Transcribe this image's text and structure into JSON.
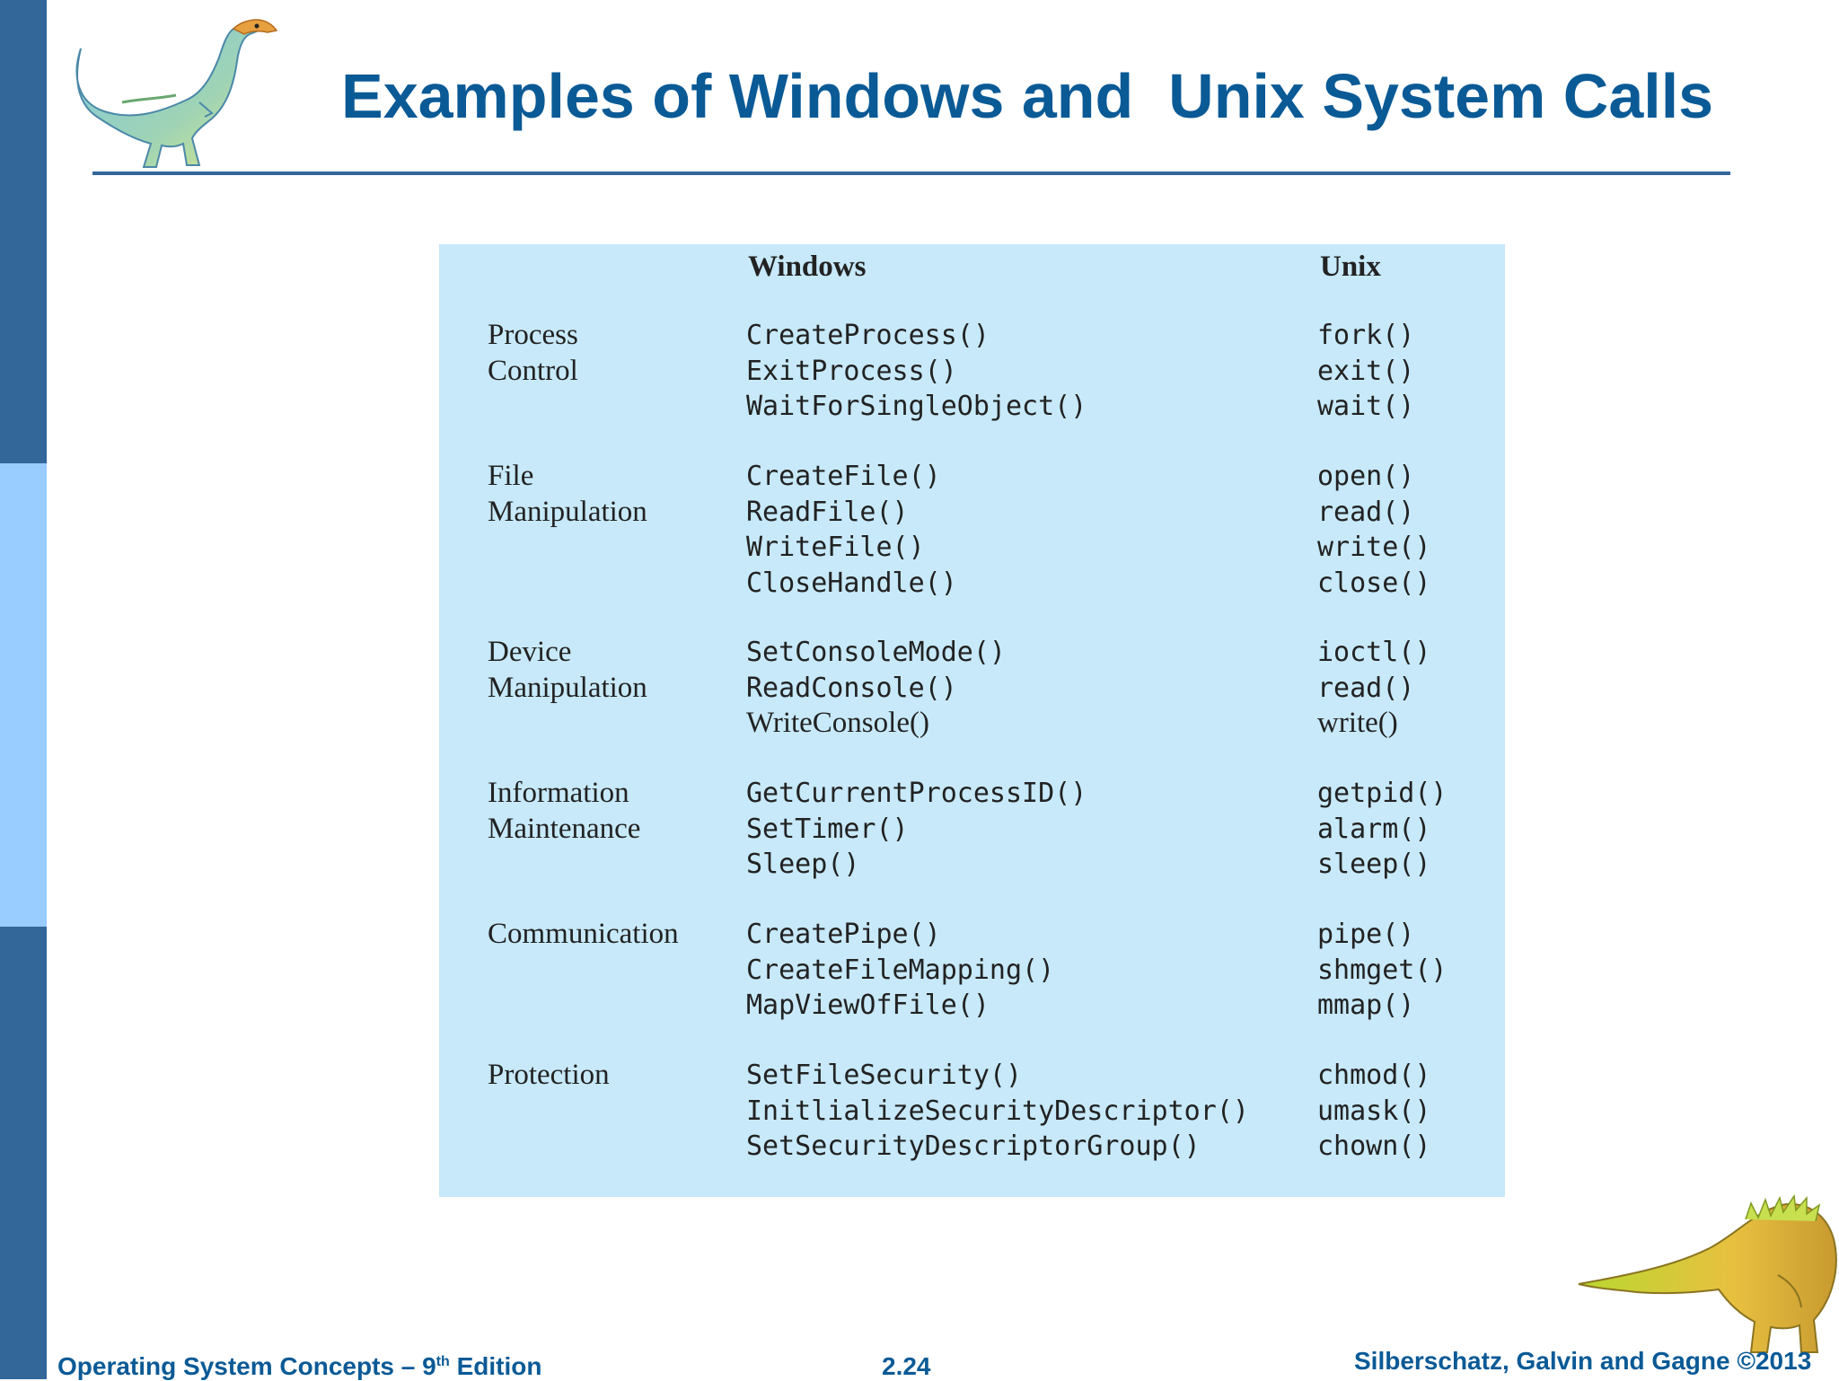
{
  "slide": {
    "title": "Examples of Windows and  Unix System Calls"
  },
  "table": {
    "headers": {
      "windows": "Windows",
      "unix": "Unix"
    },
    "groups": [
      {
        "category": [
          "Process",
          "Control"
        ],
        "windows": [
          "CreateProcess()",
          "ExitProcess()",
          "WaitForSingleObject()"
        ],
        "unix": [
          "fork()",
          "exit()",
          "wait()"
        ]
      },
      {
        "category": [
          "File",
          "Manipulation"
        ],
        "windows": [
          "CreateFile()",
          "ReadFile()",
          "WriteFile()",
          "CloseHandle()"
        ],
        "unix": [
          "open()",
          "read()",
          "write()",
          "close()"
        ]
      },
      {
        "category": [
          "Device",
          "Manipulation"
        ],
        "windows": [
          "SetConsoleMode()",
          "ReadConsole()",
          "WriteConsole()"
        ],
        "unix": [
          "ioctl()",
          "read()",
          "write()"
        ]
      },
      {
        "category": [
          "Information",
          "Maintenance"
        ],
        "windows": [
          "GetCurrentProcessID()",
          "SetTimer()",
          "Sleep()"
        ],
        "unix": [
          "getpid()",
          "alarm()",
          "sleep()"
        ]
      },
      {
        "category": [
          "Communication"
        ],
        "windows": [
          "CreatePipe()",
          "CreateFileMapping()",
          "MapViewOfFile()"
        ],
        "unix": [
          "pipe()",
          "shmget()",
          "mmap()"
        ]
      },
      {
        "category": [
          "Protection"
        ],
        "windows": [
          "SetFileSecurity()",
          "InitlializeSecurityDescriptor()",
          "SetSecurityDescriptorGroup()"
        ],
        "unix": [
          "chmod()",
          "umask()",
          "chown()"
        ]
      }
    ]
  },
  "footer": {
    "book_prefix": "Operating System Concepts – 9",
    "book_sup": "th",
    "book_suffix": " Edition",
    "page": "2.24",
    "copyright": "Silberschatz, Galvin and Gagne ©2013"
  },
  "colors": {
    "title": "#0a5a96",
    "sidebar_dark": "#336699",
    "sidebar_light": "#99ccff",
    "table_bg": "#c7e9f9"
  },
  "icons": {
    "top_logo": "dinosaur-logo-icon",
    "bottom_logo": "dinosaur-logo-icon"
  }
}
